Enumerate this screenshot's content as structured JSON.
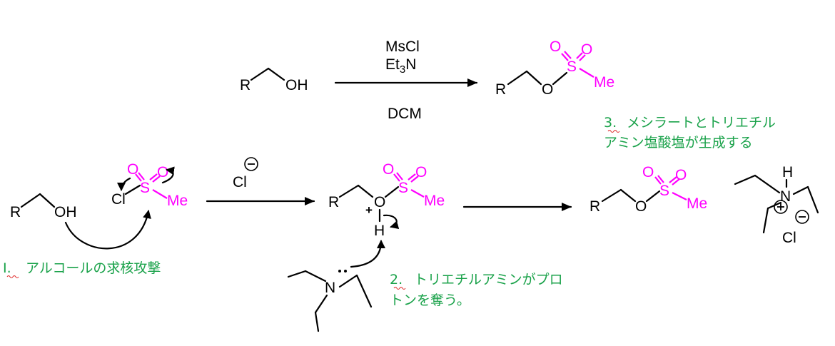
{
  "colors": {
    "sulfonyl": "#ff00ff",
    "annotation": "#1aa24a",
    "ink": "#000000"
  },
  "atoms": {
    "R": "R",
    "OH": "OH",
    "O": "O",
    "S": "S",
    "Me": "Me",
    "Cl": "Cl",
    "H": "H",
    "N": "N",
    "plus": "+",
    "lone_pair": "••"
  },
  "reagents": {
    "msc": "MsCl",
    "et3n_pre": "Et",
    "et3n_sub": "3",
    "et3n_post": "N",
    "solvent": "DCM"
  },
  "charges": {
    "minus": "−",
    "plus": "+"
  },
  "annotations": {
    "step1_num": "I.",
    "step1_text": "アルコールの求核攻撃",
    "step2_num": "2.",
    "step2_text_line1": "トリエチルアミンがプロ",
    "step2_text_line2": "トンを奪う。",
    "step3_num": "3.",
    "step3_text_line1": "メシラートとトリエチル",
    "step3_text_line2": "アミン塩酸塩が生成する"
  }
}
